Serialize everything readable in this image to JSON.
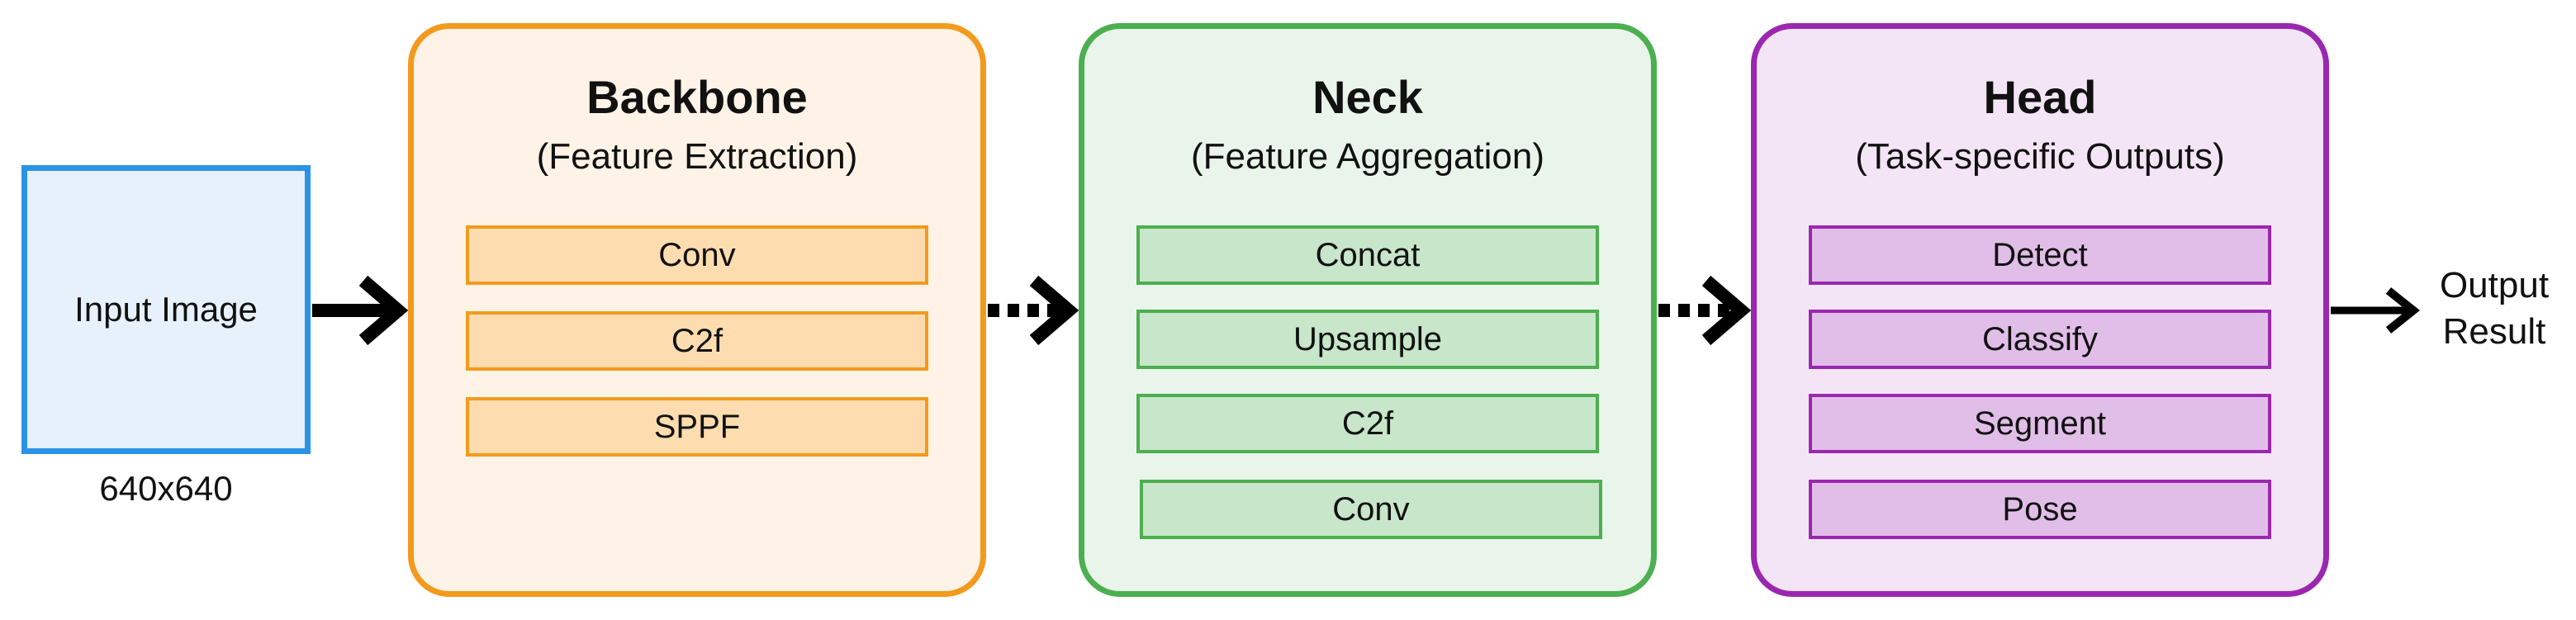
{
  "input": {
    "label": "Input Image",
    "caption": "640x640"
  },
  "stages": {
    "backbone": {
      "title": "Backbone",
      "subtitle": "(Feature Extraction)",
      "modules": [
        "Conv",
        "C2f",
        "SPPF"
      ]
    },
    "neck": {
      "title": "Neck",
      "subtitle": "(Feature Aggregation)",
      "modules": [
        "Concat",
        "Upsample",
        "C2f",
        "Conv"
      ]
    },
    "head": {
      "title": "Head",
      "subtitle": "(Task-specific Outputs)",
      "modules": [
        "Detect",
        "Classify",
        "Segment",
        "Pose"
      ]
    }
  },
  "output": {
    "line1": "Output",
    "line2": "Result"
  },
  "colors": {
    "input_border": "#2a93e6",
    "input_fill": "#e6f1fc",
    "backbone_border": "#f39a1d",
    "backbone_fill": "#fef3e6",
    "backbone_module": "#fddcaf",
    "neck_border": "#4caf50",
    "neck_fill": "#e9f5ea",
    "neck_module": "#c8e6c9",
    "head_border": "#9b27b0",
    "head_fill": "#f3e5f5",
    "head_module": "#e1bee7",
    "arrow": "#000000"
  }
}
